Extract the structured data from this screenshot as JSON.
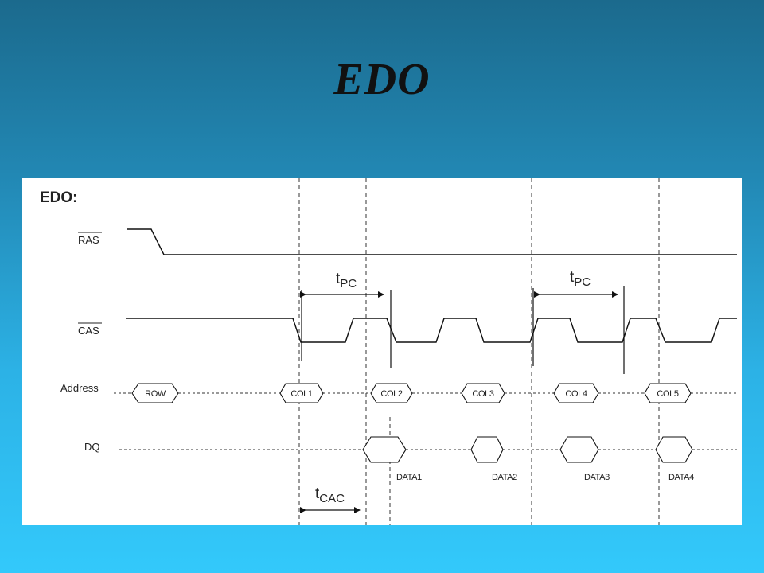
{
  "slide": {
    "title": "EDO"
  },
  "diagram": {
    "heading": "EDO:",
    "signals": {
      "ras": "RAS",
      "cas": "CAS",
      "address": "Address",
      "dq": "DQ"
    },
    "address_cells": [
      "ROW",
      "COL1",
      "COL2",
      "COL3",
      "COL4",
      "COL5"
    ],
    "data_labels": [
      "DATA1",
      "DATA2",
      "DATA3",
      "DATA4"
    ],
    "timings": {
      "tpc_1": {
        "t": "t",
        "sub": "PC"
      },
      "tpc_2": {
        "t": "t",
        "sub": "PC"
      },
      "tcac": {
        "t": "t",
        "sub": "CAC"
      }
    }
  }
}
